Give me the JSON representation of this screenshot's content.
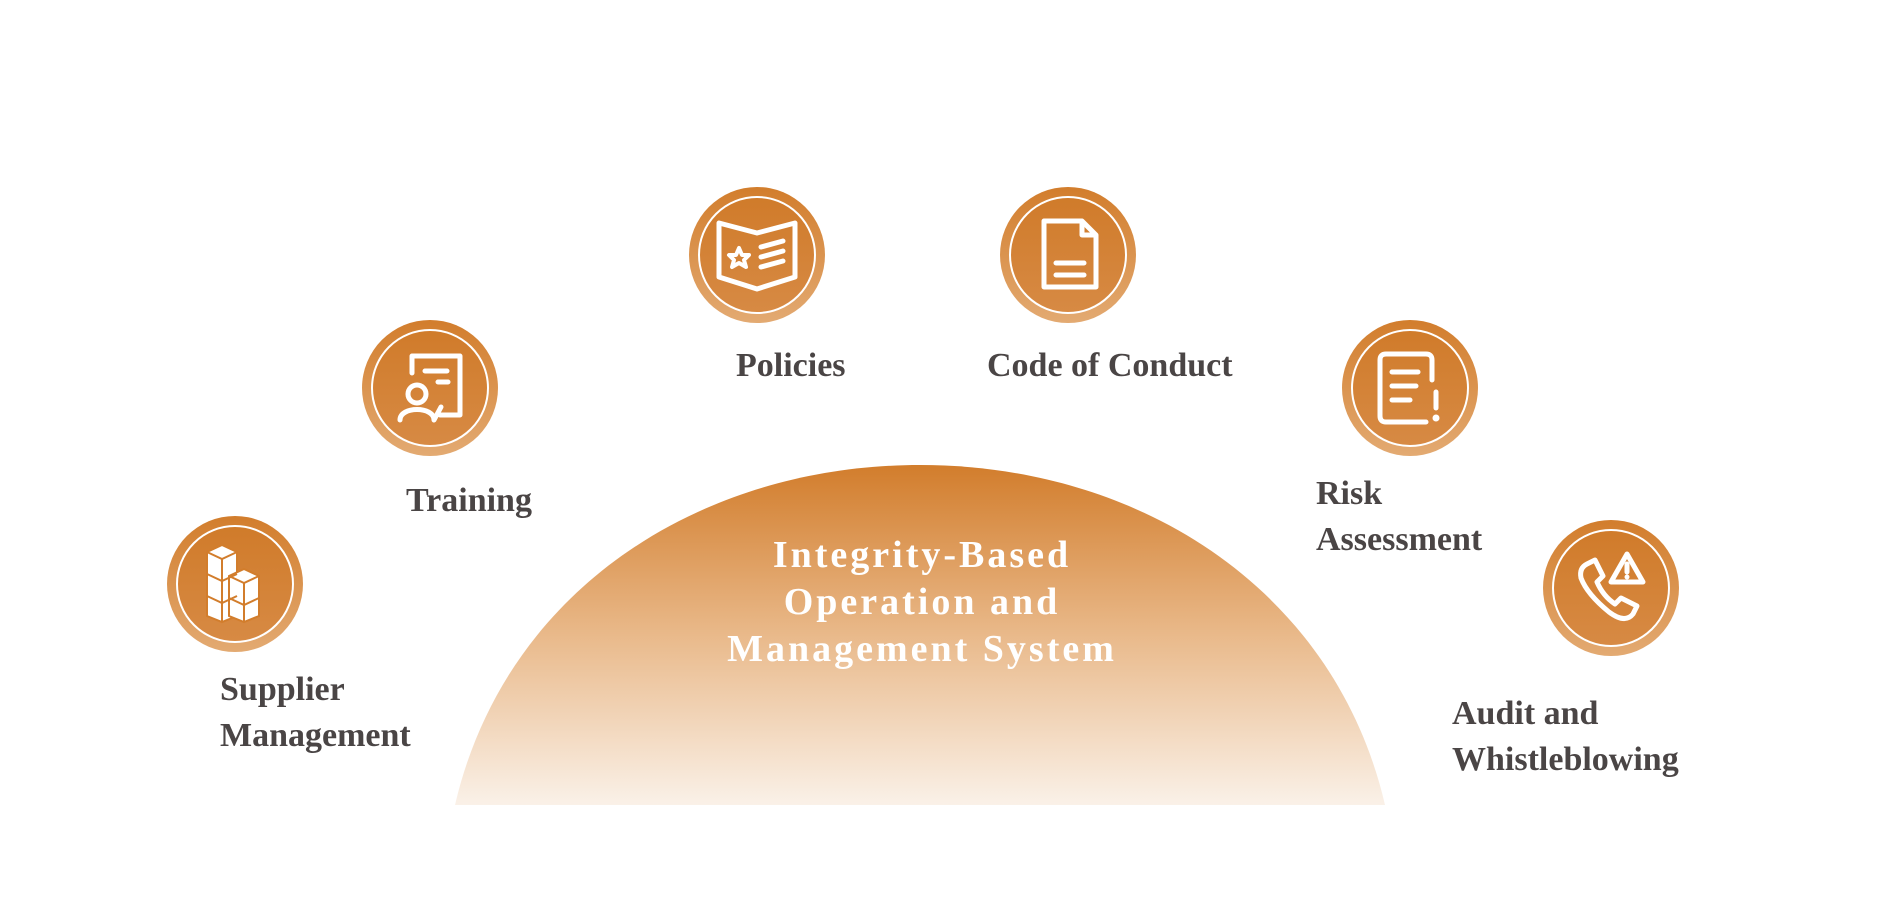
{
  "center": {
    "lines": [
      "Integrity-Based",
      "Operation and",
      "Management System"
    ]
  },
  "nodes": [
    {
      "id": "supplier-management",
      "icon": "blocks-icon",
      "lines": [
        "Supplier",
        "Management"
      ]
    },
    {
      "id": "training",
      "icon": "trainer-document-icon",
      "lines": [
        "Training"
      ]
    },
    {
      "id": "policies",
      "icon": "policy-book-icon",
      "lines": [
        "Policies"
      ]
    },
    {
      "id": "code-of-conduct",
      "icon": "document-icon",
      "lines": [
        "Code of Conduct"
      ]
    },
    {
      "id": "risk-assessment",
      "icon": "document-alert-icon",
      "lines": [
        "Risk",
        "Assessment"
      ]
    },
    {
      "id": "audit-whistleblowing",
      "icon": "phone-alert-icon",
      "lines": [
        "Audit and",
        "Whistleblowing"
      ]
    }
  ],
  "colors": {
    "accent": "#d27d2c",
    "accent_light": "#e2a86e",
    "dome_bottom": "#faf1e8",
    "text": "#4a4545"
  }
}
